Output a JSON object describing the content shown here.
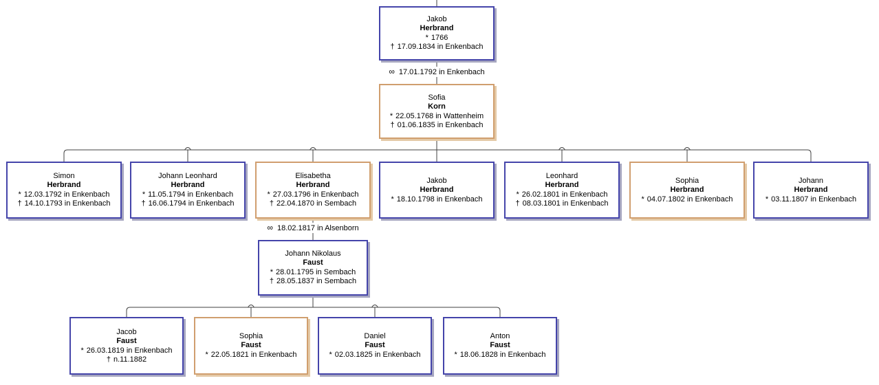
{
  "colors": {
    "male_border": "#4444aa",
    "male_shadow": "#a6a6c0",
    "female_border": "#d09e6e",
    "female_shadow": "#e4c9a6",
    "line": "#404040"
  },
  "symbols": {
    "birth": "*",
    "death": "†",
    "marriage": "∞"
  },
  "persons": [
    {
      "id": "jakob-herbrand-sr",
      "sex": "male",
      "given": "Jakob",
      "surname": "Herbrand",
      "events": [
        {
          "sym": "*",
          "text": "1766"
        },
        {
          "sym": "†",
          "text": "17.09.1834 in Enkenbach"
        }
      ]
    },
    {
      "id": "sofia-korn",
      "sex": "female",
      "given": "Sofia",
      "surname": "Korn",
      "events": [
        {
          "sym": "*",
          "text": "22.05.1768 in Wattenheim"
        },
        {
          "sym": "†",
          "text": "01.06.1835 in Enkenbach"
        }
      ]
    },
    {
      "id": "simon-herbrand",
      "sex": "male",
      "given": "Simon",
      "surname": "Herbrand",
      "events": [
        {
          "sym": "*",
          "text": "12.03.1792 in Enkenbach"
        },
        {
          "sym": "†",
          "text": "14.10.1793 in Enkenbach"
        }
      ]
    },
    {
      "id": "johann-leonhard-herbrand",
      "sex": "male",
      "given": "Johann Leonhard",
      "surname": "Herbrand",
      "events": [
        {
          "sym": "*",
          "text": "11.05.1794 in Enkenbach"
        },
        {
          "sym": "†",
          "text": "16.06.1794 in Enkenbach"
        }
      ]
    },
    {
      "id": "elisabetha-herbrand",
      "sex": "female",
      "given": "Elisabetha",
      "surname": "Herbrand",
      "events": [
        {
          "sym": "*",
          "text": "27.03.1796 in Enkenbach"
        },
        {
          "sym": "†",
          "text": "22.04.1870 in Sembach"
        }
      ]
    },
    {
      "id": "jakob-herbrand-jr",
      "sex": "male",
      "given": "Jakob",
      "surname": "Herbrand",
      "events": [
        {
          "sym": "*",
          "text": "18.10.1798 in Enkenbach"
        }
      ]
    },
    {
      "id": "leonhard-herbrand",
      "sex": "male",
      "given": "Leonhard",
      "surname": "Herbrand",
      "events": [
        {
          "sym": "*",
          "text": "26.02.1801 in Enkenbach"
        },
        {
          "sym": "†",
          "text": "08.03.1801 in Enkenbach"
        }
      ]
    },
    {
      "id": "sophia-herbrand",
      "sex": "female",
      "given": "Sophia",
      "surname": "Herbrand",
      "events": [
        {
          "sym": "*",
          "text": "04.07.1802 in Enkenbach"
        }
      ]
    },
    {
      "id": "johann-herbrand",
      "sex": "male",
      "given": "Johann",
      "surname": "Herbrand",
      "events": [
        {
          "sym": "*",
          "text": "03.11.1807 in Enkenbach"
        }
      ]
    },
    {
      "id": "johann-nikolaus-faust",
      "sex": "male",
      "given": "Johann Nikolaus",
      "surname": "Faust",
      "events": [
        {
          "sym": "*",
          "text": "28.01.1795 in Sembach"
        },
        {
          "sym": "†",
          "text": "28.05.1837 in Sembach"
        }
      ]
    },
    {
      "id": "jacob-faust",
      "sex": "male",
      "given": "Jacob",
      "surname": "Faust",
      "events": [
        {
          "sym": "*",
          "text": "26.03.1819 in Enkenbach"
        },
        {
          "sym": "†",
          "text": "n.11.1882"
        }
      ]
    },
    {
      "id": "sophia-faust",
      "sex": "female",
      "given": "Sophia",
      "surname": "Faust",
      "events": [
        {
          "sym": "*",
          "text": "22.05.1821 in Enkenbach"
        }
      ]
    },
    {
      "id": "daniel-faust",
      "sex": "male",
      "given": "Daniel",
      "surname": "Faust",
      "events": [
        {
          "sym": "*",
          "text": "02.03.1825 in Enkenbach"
        }
      ]
    },
    {
      "id": "anton-faust",
      "sex": "male",
      "given": "Anton",
      "surname": "Faust",
      "events": [
        {
          "sym": "*",
          "text": "18.06.1828 in Enkenbach"
        }
      ]
    }
  ],
  "marriages": [
    {
      "sym": "∞",
      "text": "17.01.1792 in Enkenbach"
    },
    {
      "sym": "∞",
      "text": "18.02.1817 in Alsenborn"
    }
  ]
}
